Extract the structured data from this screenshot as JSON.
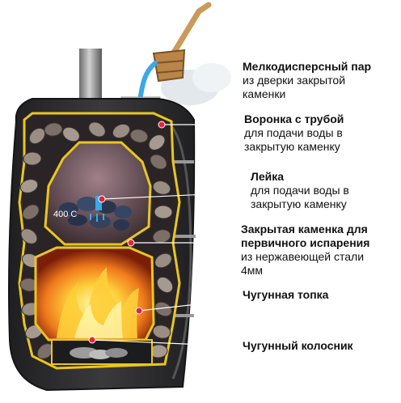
{
  "colors": {
    "body_dark": "#2f2f31",
    "yellow_trim": "#e8c620",
    "stone_fill": "#8a7f77",
    "fire_core": "#ffe36a",
    "fire_outer": "#e9631e",
    "water": "#3aa8e8",
    "marker": "#e8243a"
  },
  "diagram": {
    "temperature_label": "400 C",
    "callouts": [
      {
        "id": "steam",
        "head": "Мелкодисперсный пар",
        "lines": [
          "из дверки закрытой",
          "каменки"
        ]
      },
      {
        "id": "funnel",
        "head": "Воронка с трубой",
        "lines": [
          "для подачи воды в",
          "закрытую каменку"
        ]
      },
      {
        "id": "spout",
        "head": "Лейка",
        "lines": [
          "для подачи воды в",
          "закрытую каменку"
        ]
      },
      {
        "id": "closed-heater",
        "head": "Закрытая каменка для",
        "lines": [
          "первичного испарения",
          "из нержавеющей стали",
          "4мм"
        ]
      },
      {
        "id": "firebox",
        "head": "Чугунная топка",
        "lines": []
      },
      {
        "id": "grate",
        "head": "Чугунный колосник",
        "lines": []
      }
    ]
  }
}
